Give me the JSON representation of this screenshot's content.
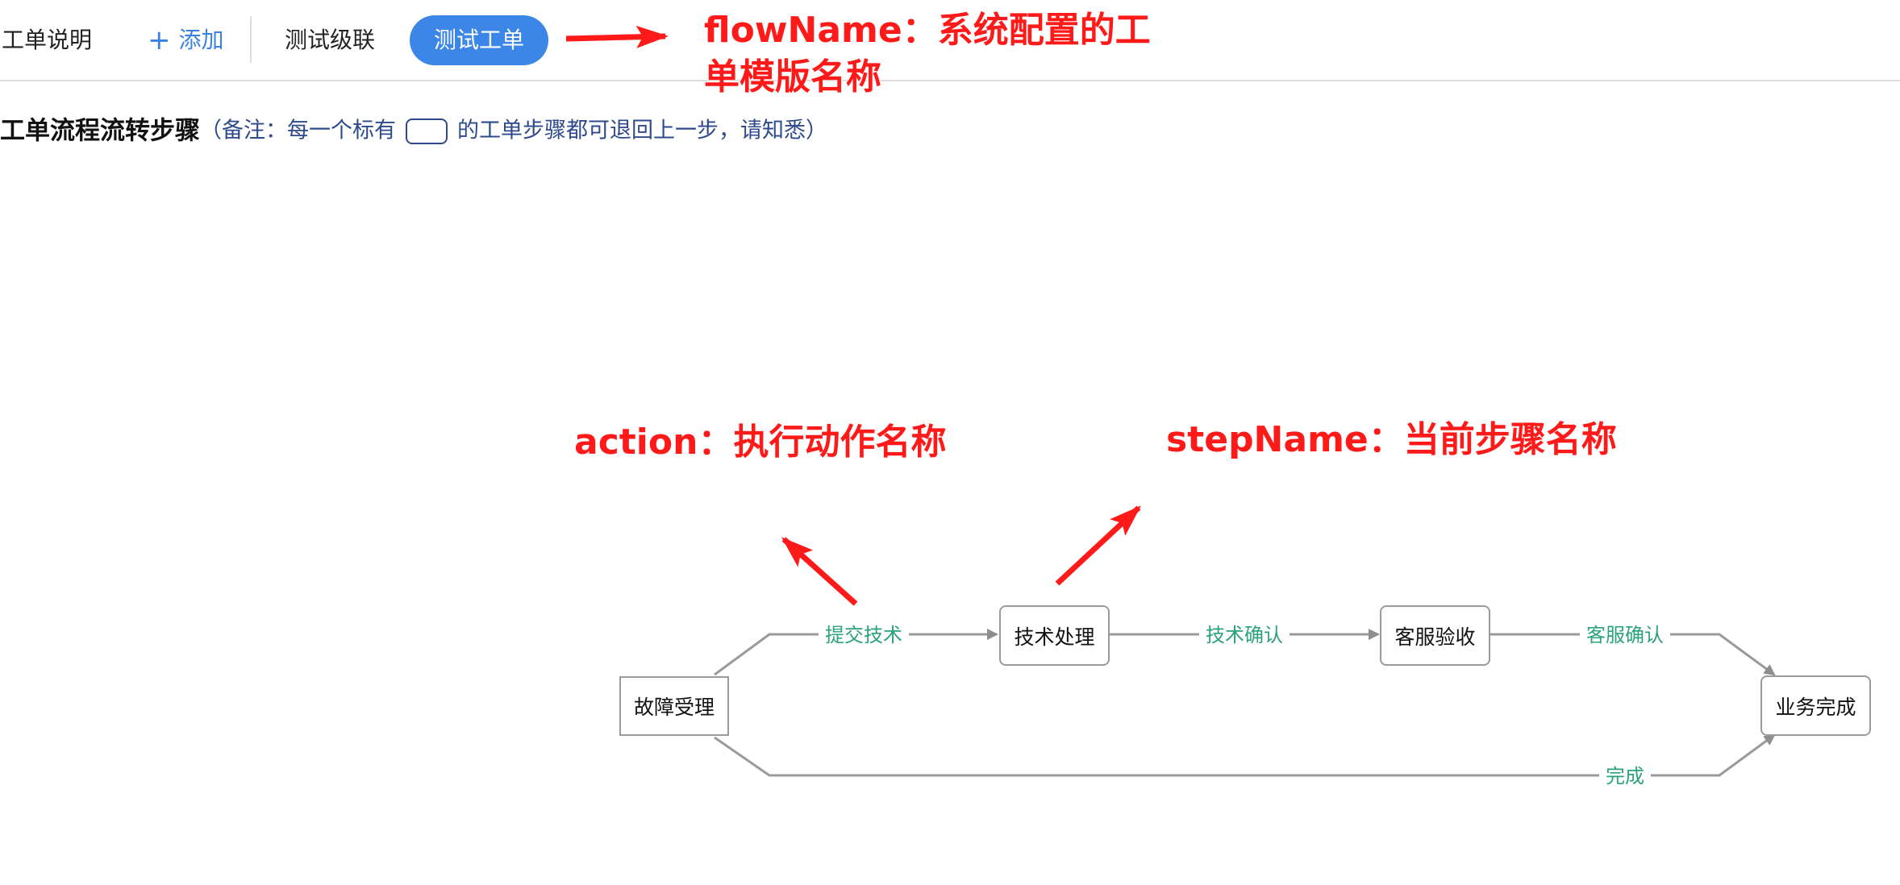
{
  "toolbar": {
    "tab_description": "工单说明",
    "add_label": "添加",
    "tab_cascade": "测试级联",
    "tab_active": "测试工单"
  },
  "heading": {
    "title": "工单流程流转步骤",
    "note_prefix": "（备注：每一个标有",
    "note_suffix": "的工单步骤都可退回上一步，请知悉）"
  },
  "annotations": {
    "flow_name": "flowName：系统配置的工单模版名称",
    "action": "action：执行动作名称",
    "step_name": "stepName：当前步骤名称",
    "color": "#ff1a1a"
  },
  "diagram": {
    "nodes": {
      "fault": "故障受理",
      "tech": "技术处理",
      "cs": "客服验收",
      "done": "业务完成"
    },
    "edges": {
      "submit_tech": "提交技术",
      "tech_confirm": "技术确认",
      "cs_confirm": "客服确认",
      "complete": "完成"
    },
    "edge_color": "#9a9a9a",
    "label_color": "#2aa27a"
  },
  "icons": {
    "add": "plus-icon"
  }
}
